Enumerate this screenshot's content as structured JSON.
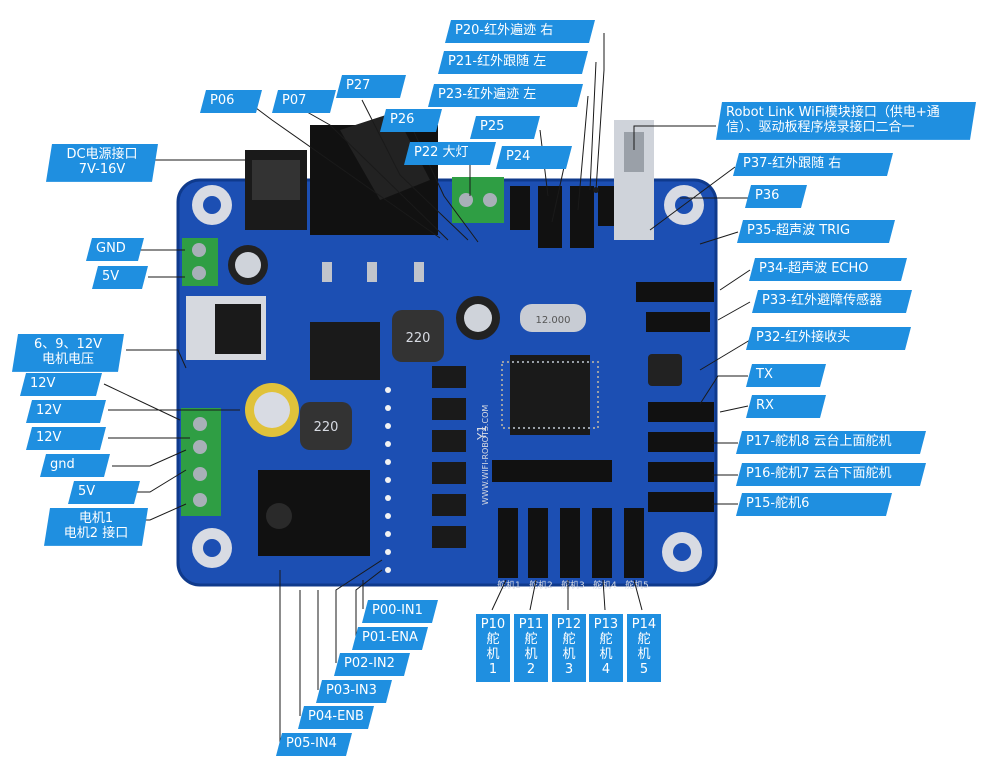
{
  "labels": {
    "p20": "P20-红外遍迹 右",
    "p21": "P21-红外跟随 左",
    "p23": "P23-红外遍迹 左",
    "p25": "P25",
    "p24": "P24",
    "p06": "P06",
    "p07": "P07",
    "p27": "P27",
    "p26": "P26",
    "p22": "P22 大灯",
    "dc": "DC电源接口\n7V-16V",
    "wifi": "Robot Link WiFi模块接口（供电+通信）、驱动板程序烧录接口二合一",
    "p37": "P37-红外跟随 右",
    "p36": "P36",
    "p35": "P35-超声波 TRIG",
    "gnd_top": "GND",
    "v5_top": "5V",
    "p34": "P34-超声波 ECHO",
    "p33": "P33-红外避障传感器",
    "motor_v": "6、9、12V\n电机电压",
    "p32": "P32-红外接收头",
    "v12_a": "12V",
    "tx": "TX",
    "v12_b": "12V",
    "rx": "RX",
    "v12_c": "12V",
    "p17": "P17-舵机8 云台上面舵机",
    "gnd_low": "gnd",
    "p16": "P16-舵机7 云台下面舵机",
    "v5_low": "5V",
    "p15": "P15-舵机6",
    "motor_port": "电机1\n电机2 接口",
    "p00": "P00-IN1",
    "p01": "P01-ENA",
    "p02": "P02-IN2",
    "p03": "P03-IN3",
    "p04": "P04-ENB",
    "p05": "P05-IN4"
  },
  "servo_labels": [
    {
      "port": "P10",
      "c1": "舵",
      "c2": "机",
      "num": "1"
    },
    {
      "port": "P11",
      "c1": "舵",
      "c2": "机",
      "num": "2"
    },
    {
      "port": "P12",
      "c1": "舵",
      "c2": "机",
      "num": "3"
    },
    {
      "port": "P13",
      "c1": "舵",
      "c2": "机",
      "num": "4"
    },
    {
      "port": "P14",
      "c1": "舵",
      "c2": "机",
      "num": "5"
    }
  ],
  "board_text": {
    "silk_y1": "Y1",
    "silk_www": "WWW.WIFI-ROBOTS.COM",
    "crystal": "12.000",
    "ind1": "220",
    "ind2": "220",
    "servo_silk": [
      "舵机1",
      "舵机2",
      "舵机3",
      "舵机4",
      "舵机5"
    ]
  },
  "colors": {
    "label_bg": "#1f8fe0",
    "board": "#1c4fb3",
    "leader": "#1a1a1a"
  }
}
